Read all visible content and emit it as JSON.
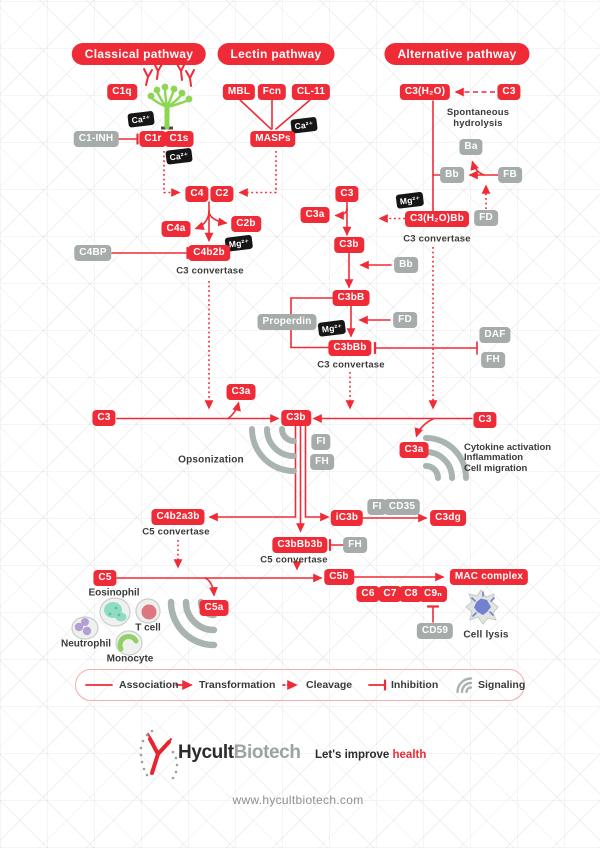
{
  "headers": {
    "classical": "Classical pathway",
    "lectin": "Lectin pathway",
    "alternative": "Alternative pathway"
  },
  "nodes": {
    "c1q": "C1q",
    "ca_1": "Ca²⁺",
    "c1_inh": "C1-INH",
    "c1r": "C1r",
    "c1s": "C1s",
    "ca_2": "Ca²⁺",
    "mbl": "MBL",
    "fcn": "Fcn",
    "cl11": "CL-11",
    "ca_3": "Ca²⁺",
    "masps": "MASPs",
    "c4": "C4",
    "c2": "C2",
    "c4a": "C4a",
    "c2b": "C2b",
    "mg_1": "Mg²⁺",
    "c4b2b": "C4b2b",
    "c4bp": "C4BP",
    "c3_h2o": "C3(H₂O)",
    "c3_top": "C3",
    "ba": "Ba",
    "bb_1": "Bb",
    "fb": "FB",
    "mg_2": "Mg²⁺",
    "c3_h2o_bb": "C3(H₂O)Bb",
    "fd_1": "FD",
    "c3_mid": "C3",
    "c3a_1": "C3a",
    "c3b_1": "C3b",
    "bb_2": "Bb",
    "c3bB": "C3bB",
    "properdin": "Properdin",
    "mg_3": "Mg²⁺",
    "fd_2": "FD",
    "c3bBb": "C3bBb",
    "daf": "DAF",
    "fh_1": "FH",
    "c3a_2": "C3a",
    "c3_left": "C3",
    "c3b_2": "C3b",
    "c3_right": "C3",
    "c3a_3": "C3a",
    "fi_1": "FI",
    "fh_2": "FH",
    "c4b2a3b": "C4b2a3b",
    "ic3b": "iC3b",
    "fi_2": "FI",
    "cd35": "CD35",
    "c3dg": "C3dg",
    "c3bBb3b": "C3bBb3b",
    "fh_3": "FH",
    "c5": "C5",
    "c5b": "C5b",
    "c5a": "C5a",
    "mac": "MAC complex",
    "c6": "C6",
    "c7": "C7",
    "c8": "C8",
    "c9n": "C9ₙ",
    "cd59": "CD59"
  },
  "labels": {
    "c3_convertase": "C3 convertase",
    "c5_convertase": "C5 convertase",
    "spontaneous": "Spontaneous hydrolysis",
    "opsonization": "Opsonization",
    "cell_lysis": "Cell lysis",
    "eosinophil": "Eosinophil",
    "t_cell": "T cell",
    "neutrophil": "Neutrophil",
    "monocyte": "Monocyte"
  },
  "effects": [
    "Cytokine activation",
    "Inflammation",
    "Cell migration"
  ],
  "legend": {
    "association": "Association",
    "transformation": "Transformation",
    "cleavage": "Cleavage",
    "inhibition": "Inhibition",
    "signaling": "Signaling"
  },
  "footer": {
    "brand_black": "Hycult",
    "brand_gray": "Biotech",
    "tagline": "Let's improve ",
    "tagline_accent": "health",
    "url": "www.hycultbiotech.com"
  },
  "colors": {
    "red": "#ee2b36",
    "gray_badge": "#a5aca9",
    "black_badge": "#161616",
    "arc_gray": "#a9b3b0"
  }
}
